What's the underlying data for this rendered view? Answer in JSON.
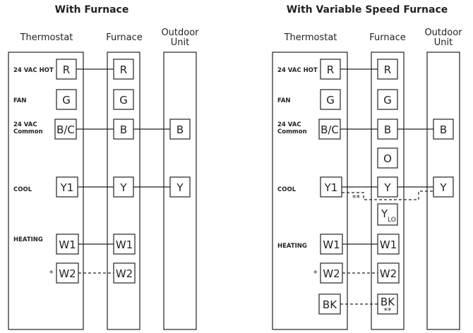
{
  "left": {
    "title": "With Furnace",
    "columns": {
      "thermostat": "Thermostat",
      "furnace": "Furnace",
      "outdoor_line1": "Outdoor",
      "outdoor_line2": "Unit"
    },
    "row_labels": {
      "hot": "24 VAC HOT",
      "fan": "FAN",
      "common_line1": "24 VAC",
      "common_line2": "Common",
      "cool": "COOL",
      "heating": "HEATING"
    },
    "thermostat_terminals": {
      "r": "R",
      "g": "G",
      "bc": "B/C",
      "y1": "Y1",
      "w1": "W1",
      "w2": "W2"
    },
    "furnace_terminals": {
      "r": "R",
      "g": "G",
      "b": "B",
      "y": "Y",
      "w1": "W1",
      "w2": "W2"
    },
    "outdoor_terminals": {
      "b": "B",
      "y": "Y"
    },
    "w2_note": "*"
  },
  "right": {
    "title": "With Variable Speed Furnace",
    "columns": {
      "thermostat": "Thermostat",
      "furnace": "Furnace",
      "outdoor_line1": "Outdoor",
      "outdoor_line2": "Unit"
    },
    "row_labels": {
      "hot": "24 VAC HOT",
      "fan": "FAN",
      "common_line1": "24 VAC",
      "common_line2": "Common",
      "cool": "COOL",
      "heating": "HEATING"
    },
    "thermostat_terminals": {
      "r": "R",
      "g": "G",
      "bc": "B/C",
      "y1": "Y1",
      "w1": "W1",
      "w2": "W2",
      "bk": "BK"
    },
    "furnace_terminals": {
      "r": "R",
      "g": "G",
      "b": "B",
      "o": "O",
      "y": "Y",
      "ylo_main": "Y",
      "ylo_sub": "LO",
      "w1": "W1",
      "w2": "W2",
      "bk": "BK",
      "bk_note": "**"
    },
    "outdoor_terminals": {
      "b": "B",
      "y": "Y"
    },
    "w2_note": "*",
    "ylo_note": "**"
  }
}
